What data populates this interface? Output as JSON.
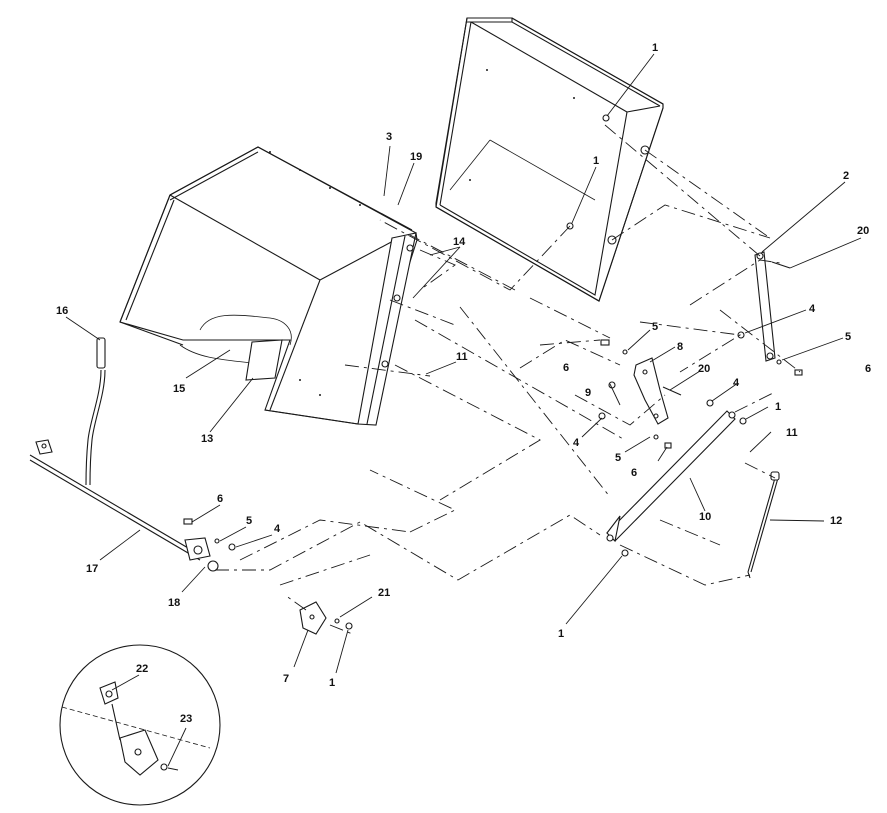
{
  "callouts": [
    {
      "id": "c1a",
      "text": "1"
    },
    {
      "id": "c1b",
      "text": "1"
    },
    {
      "id": "c1c",
      "text": "1"
    },
    {
      "id": "c1d",
      "text": "1"
    },
    {
      "id": "c1e",
      "text": "1"
    },
    {
      "id": "c2",
      "text": "2"
    },
    {
      "id": "c3",
      "text": "3"
    },
    {
      "id": "c4a",
      "text": "4"
    },
    {
      "id": "c4b",
      "text": "4"
    },
    {
      "id": "c4c",
      "text": "4"
    },
    {
      "id": "c4d",
      "text": "4"
    },
    {
      "id": "c5a",
      "text": "5"
    },
    {
      "id": "c5b",
      "text": "5"
    },
    {
      "id": "c5c",
      "text": "5"
    },
    {
      "id": "c5d",
      "text": "5"
    },
    {
      "id": "c6a",
      "text": "6"
    },
    {
      "id": "c6b",
      "text": "6"
    },
    {
      "id": "c6c",
      "text": "6"
    },
    {
      "id": "c6d",
      "text": "6"
    },
    {
      "id": "c7",
      "text": "7"
    },
    {
      "id": "c8",
      "text": "8"
    },
    {
      "id": "c9",
      "text": "9"
    },
    {
      "id": "c10",
      "text": "10"
    },
    {
      "id": "c11a",
      "text": "11"
    },
    {
      "id": "c11b",
      "text": "11"
    },
    {
      "id": "c12",
      "text": "12"
    },
    {
      "id": "c13",
      "text": "13"
    },
    {
      "id": "c14",
      "text": "14"
    },
    {
      "id": "c15",
      "text": "15"
    },
    {
      "id": "c16",
      "text": "16"
    },
    {
      "id": "c17",
      "text": "17"
    },
    {
      "id": "c18",
      "text": "18"
    },
    {
      "id": "c19",
      "text": "19"
    },
    {
      "id": "c20a",
      "text": "20"
    },
    {
      "id": "c20b",
      "text": "20"
    },
    {
      "id": "c21",
      "text": "21"
    },
    {
      "id": "c22",
      "text": "22"
    },
    {
      "id": "c23",
      "text": "23"
    }
  ]
}
